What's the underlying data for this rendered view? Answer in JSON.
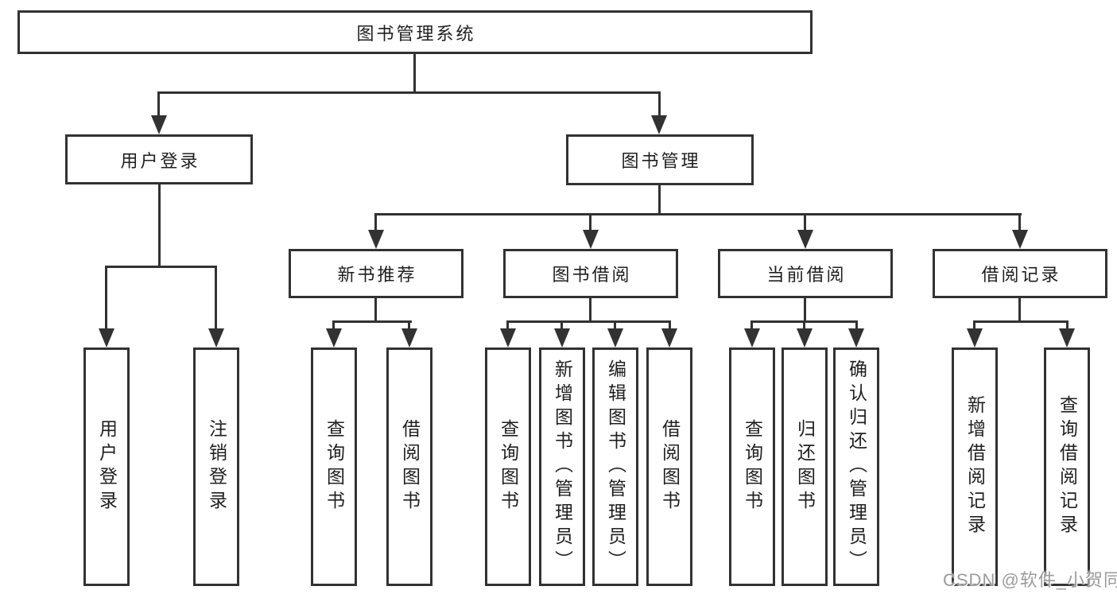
{
  "nodes": {
    "root": "图书管理系统",
    "user_login": "用户登录",
    "book_mgmt": "图书管理",
    "login": "用户登录",
    "logout": "注销登录",
    "new_book_rec": "新书推荐",
    "book_borrow": "图书借阅",
    "current_borrow": "当前借阅",
    "borrow_records": "借阅记录",
    "nb_query": "查询图书",
    "nb_borrow": "借阅图书",
    "bb_query": "查询图书",
    "bb_add": "新增图书（管理员）",
    "bb_edit": "编辑图书（管理员）",
    "bb_borrow": "借阅图书",
    "cb_query": "查询图书",
    "cb_return": "归还图书",
    "cb_confirm": "确认归还（管理员）",
    "br_add": "新增借阅记录",
    "br_query": "查询借阅记录"
  },
  "watermark": "CSDN @软件_小贺同学",
  "colors": {
    "line": "#323232",
    "text": "#1f1f1f",
    "watermark": "#9b9b9b",
    "background": "#ffffff"
  }
}
